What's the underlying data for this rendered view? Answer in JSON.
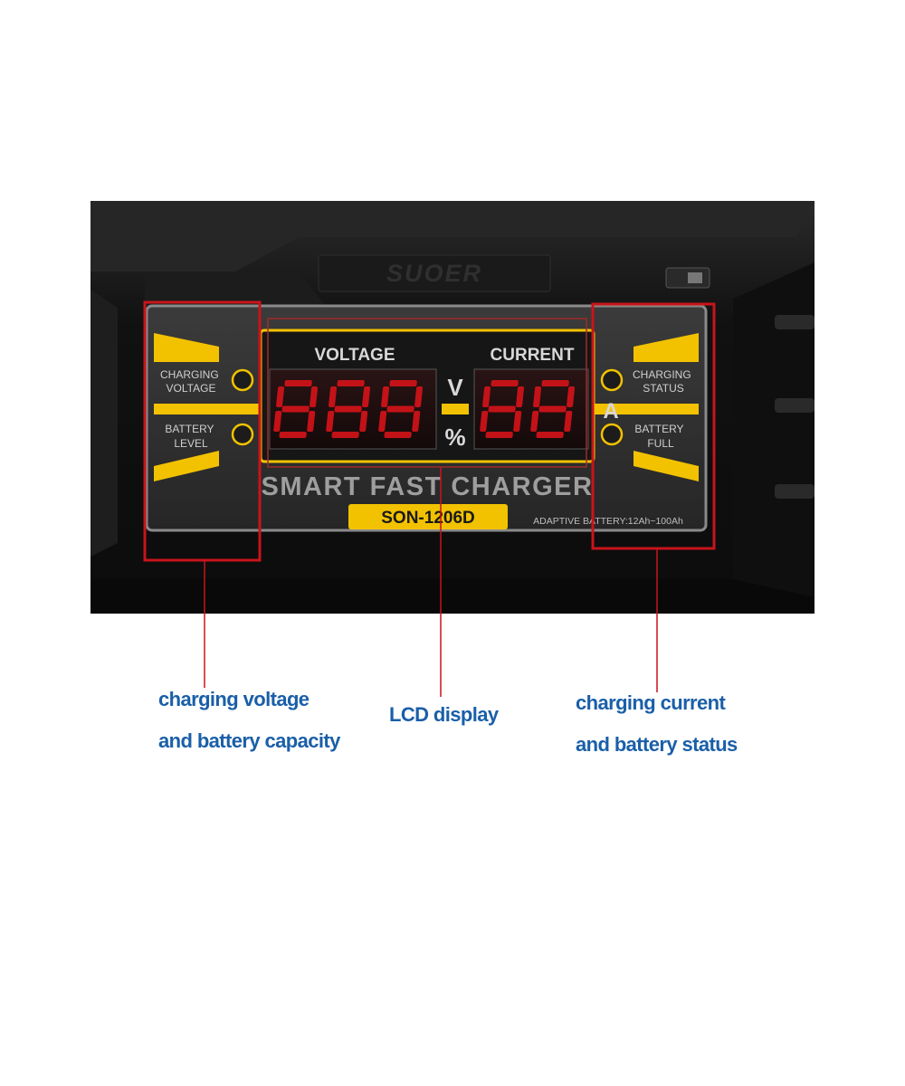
{
  "product": {
    "brand_mark": "SUOER",
    "panel_title": "SMART FAST CHARGER",
    "model": "SON-1206D",
    "adaptive_text": "ADAPTIVE BATTERY:12Ah~100Ah"
  },
  "display": {
    "voltage_label": "VOLTAGE",
    "current_label": "CURRENT",
    "unit_v": "V",
    "unit_percent": "%",
    "unit_a": "A",
    "voltage_digits": 3,
    "current_digits": 2
  },
  "indicators": {
    "charging_voltage": [
      "CHARGING",
      "VOLTAGE"
    ],
    "battery_level": [
      "BATTERY",
      "LEVEL"
    ],
    "charging_status": [
      "CHARGING",
      "STATUS"
    ],
    "battery_full": [
      "BATTERY",
      "FULL"
    ]
  },
  "captions": {
    "left_line1": "charging voltage",
    "left_line2": "and battery capacity",
    "center": "LCD display",
    "right_line1": "charging current",
    "right_line2": "and battery status"
  },
  "colors": {
    "caption": "#1a5fa8",
    "highlight_box": "#c8141a",
    "lcd_segment": "#e0141a",
    "accent_yellow": "#f2c200",
    "panel": "#2f2f2f",
    "housing": "#141414"
  }
}
